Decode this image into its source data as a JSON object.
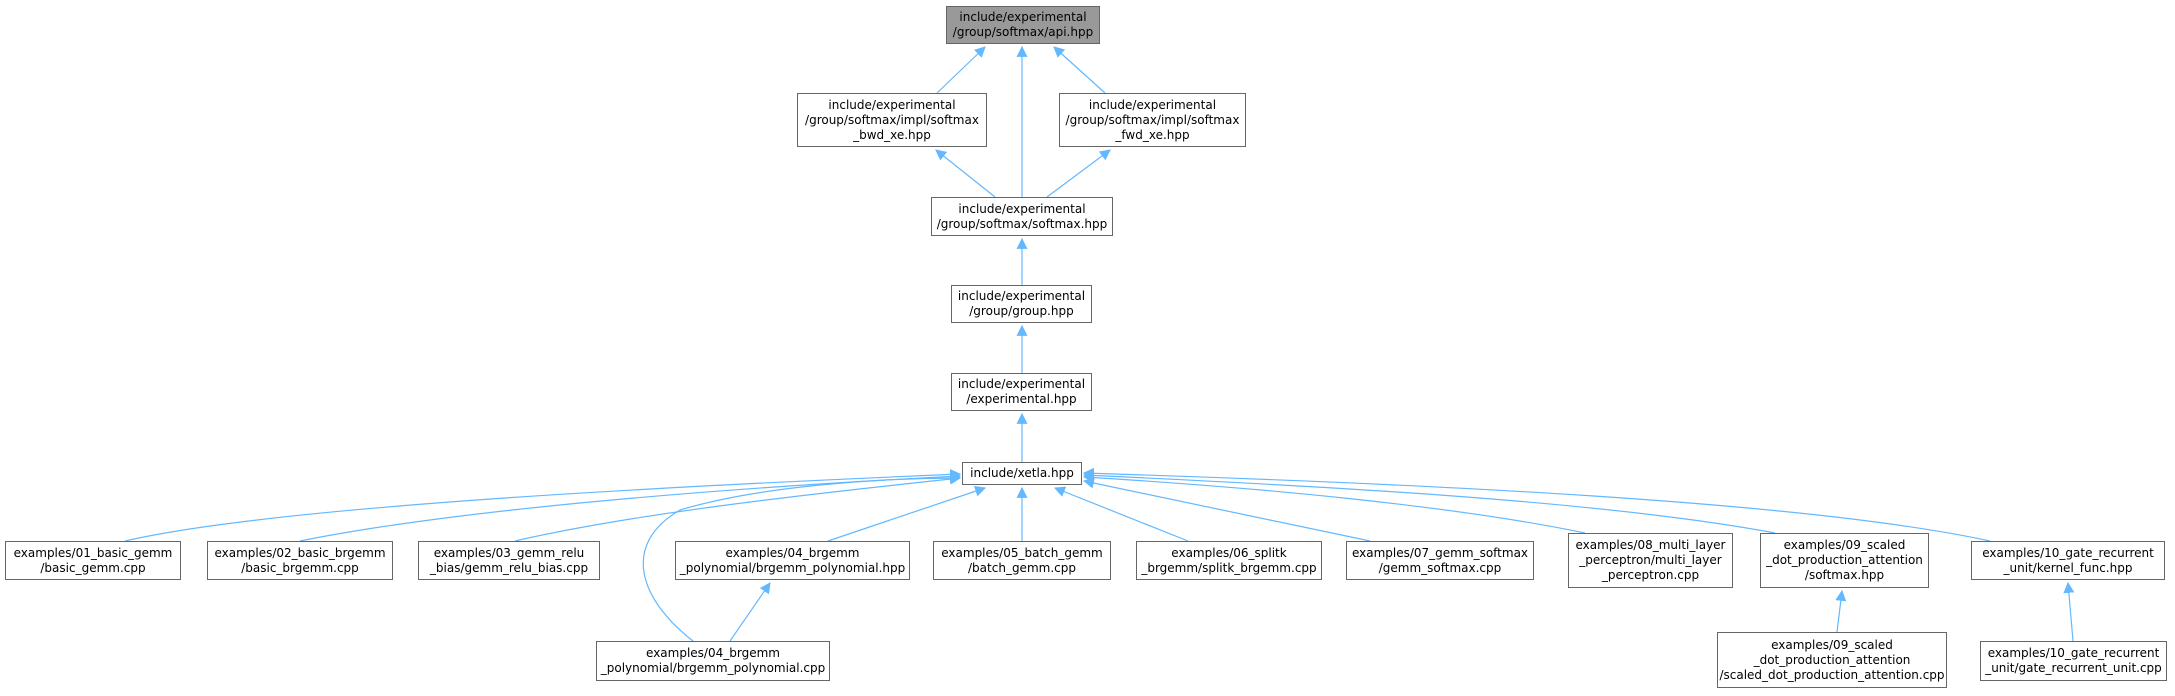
{
  "edge_color": "#63b8ff",
  "node_border_color": "#666666",
  "root_fill_color": "#999999",
  "nodes": {
    "api": {
      "lines": [
        "include/experimental",
        "/group/softmax/api.hpp"
      ]
    },
    "bwd": {
      "lines": [
        "include/experimental",
        "/group/softmax/impl/softmax",
        "_bwd_xe.hpp"
      ]
    },
    "fwd": {
      "lines": [
        "include/experimental",
        "/group/softmax/impl/softmax",
        "_fwd_xe.hpp"
      ]
    },
    "softmax": {
      "lines": [
        "include/experimental",
        "/group/softmax/softmax.hpp"
      ]
    },
    "group": {
      "lines": [
        "include/experimental",
        "/group/group.hpp"
      ]
    },
    "experimental": {
      "lines": [
        "include/experimental",
        "/experimental.hpp"
      ]
    },
    "xetla": {
      "lines": [
        "include/xetla.hpp"
      ]
    },
    "ex01": {
      "lines": [
        "examples/01_basic_gemm",
        "/basic_gemm.cpp"
      ]
    },
    "ex02": {
      "lines": [
        "examples/02_basic_brgemm",
        "/basic_brgemm.cpp"
      ]
    },
    "ex03": {
      "lines": [
        "examples/03_gemm_relu",
        "_bias/gemm_relu_bias.cpp"
      ]
    },
    "ex04h": {
      "lines": [
        "examples/04_brgemm",
        "_polynomial/brgemm_polynomial.hpp"
      ]
    },
    "ex05": {
      "lines": [
        "examples/05_batch_gemm",
        "/batch_gemm.cpp"
      ]
    },
    "ex06": {
      "lines": [
        "examples/06_splitk",
        "_brgemm/splitk_brgemm.cpp"
      ]
    },
    "ex07": {
      "lines": [
        "examples/07_gemm_softmax",
        "/gemm_softmax.cpp"
      ]
    },
    "ex08": {
      "lines": [
        "examples/08_multi_layer",
        "_perceptron/multi_layer",
        "_perceptron.cpp"
      ]
    },
    "ex09h": {
      "lines": [
        "examples/09_scaled",
        "_dot_production_attention",
        "/softmax.hpp"
      ]
    },
    "ex10h": {
      "lines": [
        "examples/10_gate_recurrent",
        "_unit/kernel_func.hpp"
      ]
    },
    "ex04c": {
      "lines": [
        "examples/04_brgemm",
        "_polynomial/brgemm_polynomial.cpp"
      ]
    },
    "ex09c": {
      "lines": [
        "examples/09_scaled",
        "_dot_production_attention",
        "/scaled_dot_production_attention.cpp"
      ]
    },
    "ex10c": {
      "lines": [
        "examples/10_gate_recurrent",
        "_unit/gate_recurrent_unit.cpp"
      ]
    }
  }
}
